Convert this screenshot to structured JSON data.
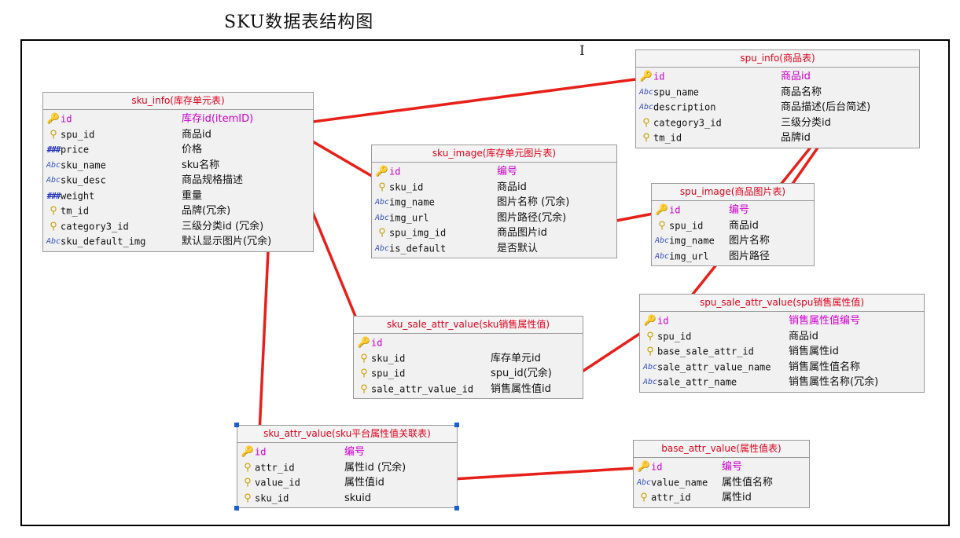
{
  "title": "SKU数据表结构图",
  "tables": {
    "sku_info": {
      "title": "sku_info(库存单元表)",
      "fields": [
        {
          "icon": "key-icon",
          "name": "id",
          "desc": "库存id(itemID)",
          "pk": true
        },
        {
          "icon": "fk-icon",
          "name": "spu_id",
          "desc": "商品id"
        },
        {
          "icon": "number-icon",
          "name": "price",
          "desc": "价格"
        },
        {
          "icon": "string-icon",
          "name": "sku_name",
          "desc": "sku名称"
        },
        {
          "icon": "string-icon",
          "name": "sku_desc",
          "desc": "商品规格描述"
        },
        {
          "icon": "number-icon",
          "name": "weight",
          "desc": "重量"
        },
        {
          "icon": "fk-icon",
          "name": "tm_id",
          "desc": "品牌(冗余)"
        },
        {
          "icon": "fk-icon",
          "name": "category3_id",
          "desc": "三级分类id (冗余)"
        },
        {
          "icon": "string-icon",
          "name": "sku_default_img",
          "desc": "默认显示图片(冗余)"
        }
      ]
    },
    "spu_info": {
      "title": "spu_info(商品表)",
      "fields": [
        {
          "icon": "key-icon",
          "name": "id",
          "desc": "商品id",
          "pk": true
        },
        {
          "icon": "string-icon",
          "name": "spu_name",
          "desc": "商品名称"
        },
        {
          "icon": "string-icon",
          "name": "description",
          "desc": "商品描述(后台简述)"
        },
        {
          "icon": "fk-icon",
          "name": "category3_id",
          "desc": "三级分类id"
        },
        {
          "icon": "fk-icon",
          "name": "tm_id",
          "desc": "品牌id"
        }
      ]
    },
    "sku_image": {
      "title": "sku_image(库存单元图片表)",
      "fields": [
        {
          "icon": "key-icon",
          "name": "id",
          "desc": "编号",
          "pk": true
        },
        {
          "icon": "fk-icon",
          "name": "sku_id",
          "desc": "商品id"
        },
        {
          "icon": "string-icon",
          "name": "img_name",
          "desc": "图片名称 (冗余)"
        },
        {
          "icon": "string-icon",
          "name": "img_url",
          "desc": "图片路径(冗余)"
        },
        {
          "icon": "fk-icon",
          "name": "spu_img_id",
          "desc": "商品图片id"
        },
        {
          "icon": "string-icon",
          "name": "is_default",
          "desc": "是否默认"
        }
      ]
    },
    "spu_image": {
      "title": "spu_image(商品图片表)",
      "fields": [
        {
          "icon": "key-icon",
          "name": "id",
          "desc": "编号",
          "pk": true
        },
        {
          "icon": "fk-icon",
          "name": "spu_id",
          "desc": "商品id"
        },
        {
          "icon": "string-icon",
          "name": "img_name",
          "desc": "图片名称"
        },
        {
          "icon": "string-icon",
          "name": "img_url",
          "desc": "图片路径"
        }
      ]
    },
    "spu_sale_attr_value": {
      "title": "spu_sale_attr_value(spu销售属性值)",
      "fields": [
        {
          "icon": "key-icon",
          "name": "id",
          "desc": "销售属性值编号",
          "pk": true
        },
        {
          "icon": "fk-icon",
          "name": "spu_id",
          "desc": "商品id"
        },
        {
          "icon": "fk-icon",
          "name": "base_sale_attr_id",
          "desc": "销售属性id"
        },
        {
          "icon": "string-icon",
          "name": "sale_attr_value_name",
          "desc": "销售属性值名称"
        },
        {
          "icon": "string-icon",
          "name": "sale_attr_name",
          "desc": "销售属性名称(冗余)"
        }
      ]
    },
    "sku_sale_attr_value": {
      "title": "sku_sale_attr_value(sku销售属性值)",
      "fields": [
        {
          "icon": "key-icon",
          "name": "id",
          "desc": "",
          "pk": true
        },
        {
          "icon": "fk-icon",
          "name": "sku_id",
          "desc": "库存单元id"
        },
        {
          "icon": "fk-icon",
          "name": "spu_id",
          "desc": "spu_id(冗余)"
        },
        {
          "icon": "fk-icon",
          "name": "sale_attr_value_id",
          "desc": "销售属性值id"
        }
      ]
    },
    "sku_attr_value": {
      "title": "sku_attr_value(sku平台属性值关联表)",
      "fields": [
        {
          "icon": "key-icon",
          "name": "id",
          "desc": "编号",
          "pk": true
        },
        {
          "icon": "fk-icon",
          "name": "attr_id",
          "desc": "属性id (冗余)"
        },
        {
          "icon": "fk-icon",
          "name": "value_id",
          "desc": "属性值id"
        },
        {
          "icon": "fk-icon",
          "name": "sku_id",
          "desc": "skuid"
        }
      ]
    },
    "base_attr_value": {
      "title": "base_attr_value(属性值表)",
      "fields": [
        {
          "icon": "key-icon",
          "name": "id",
          "desc": "编号",
          "pk": true
        },
        {
          "icon": "string-icon",
          "name": "value_name",
          "desc": "属性值名称"
        },
        {
          "icon": "fk-icon",
          "name": "attr_id",
          "desc": "属性id"
        }
      ]
    }
  },
  "relationships": [
    {
      "from": "spu_info.id",
      "to": "sku_info.spu_id"
    },
    {
      "from": "sku_info.id",
      "to": "sku_image.sku_id"
    },
    {
      "from": "sku_info.id",
      "to": "sku_sale_attr_value.sku_id"
    },
    {
      "from": "sku_info.id",
      "to": "sku_attr_value.sku_id"
    },
    {
      "from": "spu_info.id",
      "to": "spu_image.spu_id"
    },
    {
      "from": "spu_info.id",
      "to": "spu_sale_attr_value.spu_id"
    },
    {
      "from": "spu_image.id",
      "to": "sku_image.spu_img_id"
    },
    {
      "from": "spu_sale_attr_value.id",
      "to": "sku_sale_attr_value.sale_attr_value_id"
    },
    {
      "from": "base_attr_value.id",
      "to": "sku_attr_value.value_id"
    }
  ],
  "colors": {
    "arrow": "#e8201a",
    "title": "#e0001b",
    "pk": "#d000d0",
    "icon_key": "#c8a000",
    "icon_num": "#1e2fb8",
    "icon_str": "#3550c8"
  }
}
